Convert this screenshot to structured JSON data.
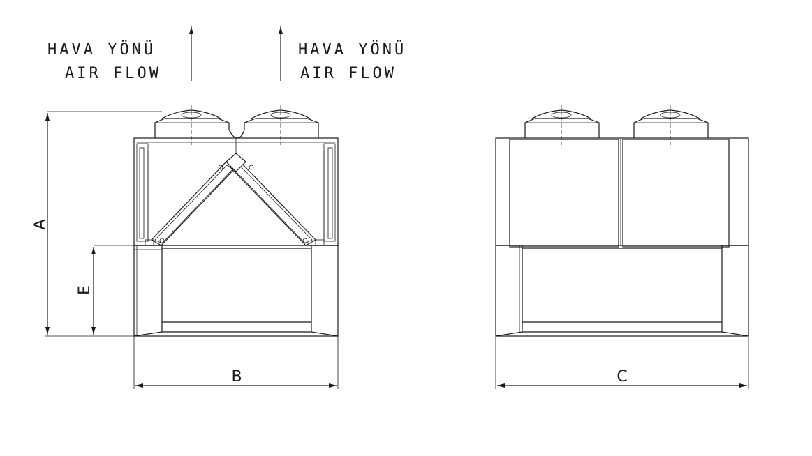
{
  "labels": {
    "left_air_tr": "HAVA YÖNÜ",
    "left_air_en": "AIR FLOW",
    "right_air_tr": "HAVA YÖNÜ",
    "right_air_en": "AIR FLOW"
  },
  "dimensions": {
    "height_total": "A",
    "height_base": "E",
    "width_side": "B",
    "width_front": "C"
  },
  "icons": [
    "airflow-arrow-icon",
    "fan-icon",
    "dimension-arrow-icon"
  ]
}
